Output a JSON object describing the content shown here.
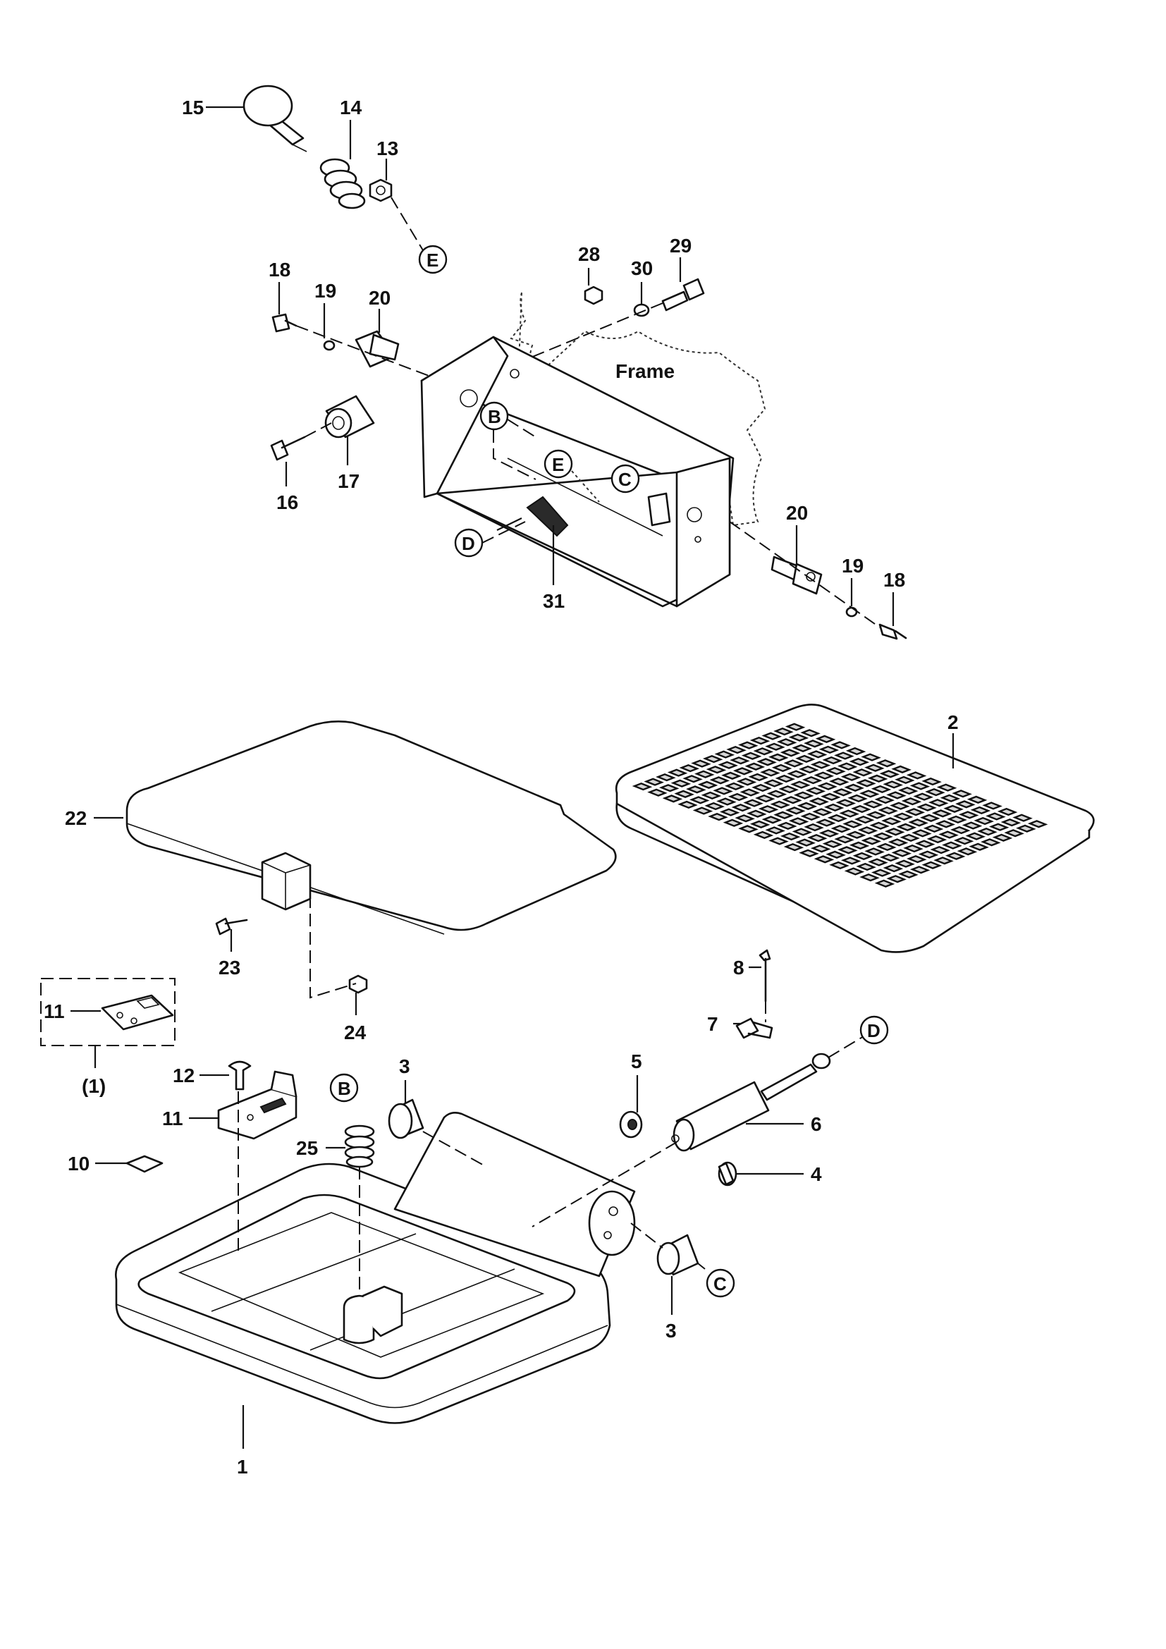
{
  "callouts": {
    "n1": "1",
    "n2": "2",
    "n3a": "3",
    "n3b": "3",
    "n4": "4",
    "n5": "5",
    "n6": "6",
    "n7": "7",
    "n8": "8",
    "n10": "10",
    "n11a": "11",
    "n11b": "11",
    "n12": "12",
    "n13": "13",
    "n14": "14",
    "n15": "15",
    "n16": "16",
    "n17": "17",
    "n18a": "18",
    "n18b": "18",
    "n19a": "19",
    "n19b": "19",
    "n20a": "20",
    "n20b": "20",
    "n22": "22",
    "n23": "23",
    "n24": "24",
    "n25": "25",
    "n28": "28",
    "n29": "29",
    "n30": "30",
    "n31": "31",
    "kit": "(1)"
  },
  "letters": {
    "e_top": "E",
    "b_frame": "B",
    "e_frame": "E",
    "c_frame": "C",
    "d_frame": "D",
    "d_right": "D",
    "b_lower": "B",
    "c_lower": "C"
  },
  "frame_label": "Frame"
}
